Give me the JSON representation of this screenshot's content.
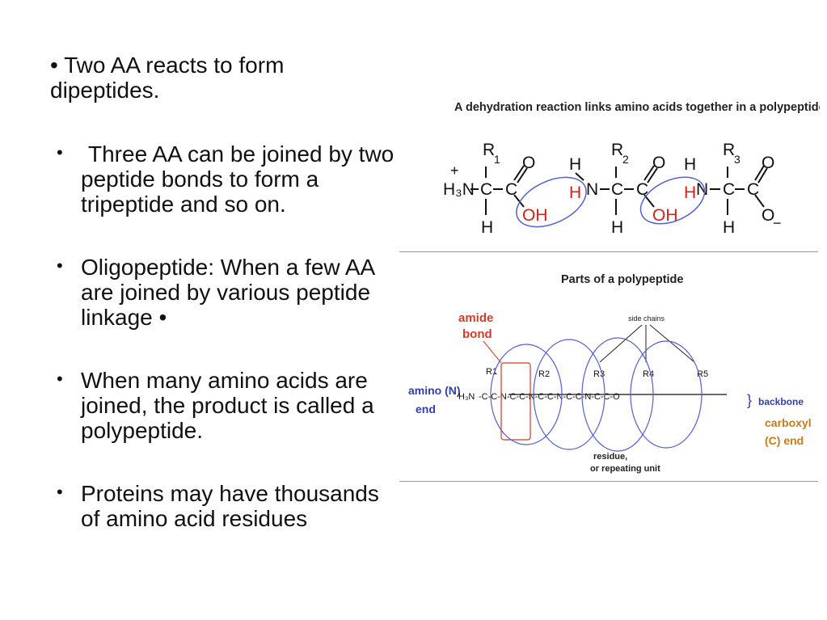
{
  "slide": {
    "intro": "• Two AA reacts to form dipeptides.",
    "bullets": [
      {
        "symbol": "•",
        "text": "Three AA can be joined by two peptide bonds to form a tripeptide and so on."
      },
      {
        "symbol": "•",
        "text": "Oligopeptide: When a few AA are joined by various peptide linkage •"
      },
      {
        "symbol": "•",
        "text": "When many amino acids are joined, the product is called a polypeptide."
      },
      {
        "symbol": "•",
        "text": "Proteins may have thousands of amino acid residues"
      }
    ]
  },
  "figure_top": {
    "title": "A dehydration reaction links amino acids together in a polypeptide",
    "labels": {
      "h3": "H₃N",
      "plus": "+",
      "c": "C",
      "h": "H",
      "n": "N",
      "r1": "R",
      "r1_sub": "1",
      "r2": "R",
      "r2_sub": "2",
      "r3": "R",
      "r3_sub": "3",
      "o": "O",
      "oh": "OH",
      "h_red": "H",
      "o_minus": "O",
      "minus": "−"
    },
    "colors": {
      "highlight": "#d61c1c",
      "loop": "#5560cc"
    }
  },
  "figure_bottom": {
    "title": "Parts of a polypeptide",
    "side_chains": "side chains",
    "amide_bond": [
      "amide",
      "bond"
    ],
    "amino_end": [
      "amino (N)",
      "end"
    ],
    "backbone": "backbone",
    "carboxyl_end": [
      "carboxyl",
      "(C) end"
    ],
    "residue": [
      "residue,",
      "or repeating unit"
    ],
    "h3n": "H₃N",
    "r_labels": [
      "R1",
      "R2",
      "R3",
      "R4",
      "R5"
    ],
    "colors": {
      "amide": "#d23a2a",
      "carboxyl": "#c97a1a",
      "backbone": "#3040a8",
      "loop": "#5560cc"
    }
  }
}
